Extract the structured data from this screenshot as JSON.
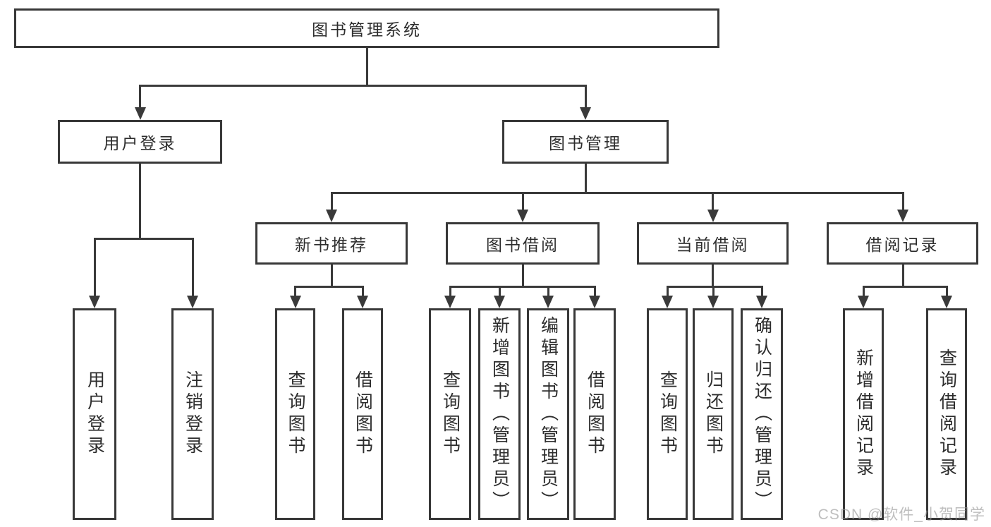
{
  "watermark": "CSDN @软件_小贺同学",
  "colors": {
    "line": "#3a3a3a",
    "box_border": "#383838",
    "text": "#2d2d2d",
    "watermark": "#969696"
  },
  "tree": {
    "root": {
      "label": "图书管理系统"
    },
    "level2": [
      {
        "label": "用户登录"
      },
      {
        "label": "图书管理"
      }
    ],
    "level3": [
      {
        "label": "新书推荐"
      },
      {
        "label": "图书借阅"
      },
      {
        "label": "当前借阅"
      },
      {
        "label": "借阅记录"
      }
    ],
    "leaves": {
      "user_login": [
        "用户登录",
        "注销登录"
      ],
      "new_book_recommend": [
        "查询图书",
        "借阅图书"
      ],
      "book_borrow": [
        "查询图书",
        "新增图书（管理员）",
        "编辑图书（管理员）",
        "借阅图书"
      ],
      "current_borrow": [
        "查询图书",
        "归还图书",
        "确认归还（管理员）"
      ],
      "borrow_records": [
        "新增借阅记录",
        "查询借阅记录"
      ]
    }
  }
}
